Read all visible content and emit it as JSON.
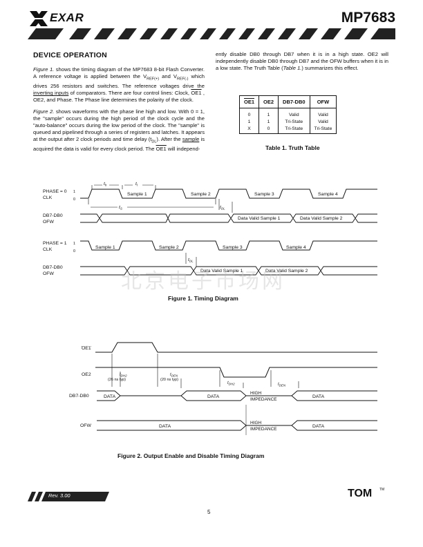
{
  "header": {
    "logo": "EXAR",
    "part_number": "MP7683"
  },
  "section_title": "DEVICE OPERATION",
  "col1": {
    "p1": {
      "fig_ref": "Figure 1.",
      "t1": " shows the timing diagram of the MP7683 8-bit Flash Converter.  A reference voltage is applied between the V",
      "sub1": "REF(+)",
      "t2": " and V",
      "sub2": "REF(-)",
      "t3": " which drives 256 resistors and switches.  The reference voltages drive the ",
      "ul": "inverting inputs",
      "t4": " of comparators.  There are four control lines:  Clock, ",
      "ov": "OE1",
      "t5": " , OE2, and Phase.  The Phase line determines the polarity of the clock."
    },
    "p2": {
      "fig_ref": "Figure 2.",
      "t1": " shows waveforms with the phase line high and low. With 0 = 1, the \"sample\" occurs during the high period of the clock cycle and the \"auto-balance\" occurs during the low period of the clock.  The \"sample\" is queued and pipelined through a series of registers and latches.  It appears at the output after 2 clock periods and time delay (t",
      "sub": "DL",
      "t2": ").  After the ",
      "ul": "sample",
      "t3": " is acquired the data is valid for every clock period.  The ",
      "ov": "OE1",
      "t4": " will independ-"
    }
  },
  "col2": {
    "t1": "ently disable DB0 through DB7 when it is in a high state. OE2 will independently disable DB0 through DB7 and the OFW buffers when it is in a low state. The Truth Table (",
    "ref": "Table 1.",
    "t2": ") summarizes this effect."
  },
  "truth_table": {
    "headers": [
      "OE1",
      "OE2",
      "DB7-DB0",
      "OFW"
    ],
    "rows": [
      [
        "0",
        "1",
        "Valid",
        "Valid"
      ],
      [
        "1",
        "1",
        "Tri-State",
        "Valid"
      ],
      [
        "X",
        "0",
        "Tri-State",
        "Tri-State"
      ]
    ],
    "caption": "Table 1.  Truth Table"
  },
  "figure1": {
    "caption": "Figure 1.  Timing Diagram",
    "phase0": {
      "label1": "PHASE = 0",
      "label2": "CLK",
      "hi": "1",
      "lo": "0",
      "samples": [
        "Sample 1",
        "Sample 2",
        "Sample 3",
        "Sample 4"
      ],
      "th": "t",
      "th_sub": "h",
      "tl": "t",
      "tl_sub": "l",
      "ts": "t",
      "ts_sub": "S",
      "tdl": "t",
      "tdl_sub": "DL",
      "out_label1": "DB7-DB0",
      "out_label2": "OFW",
      "valid": [
        "Data Valid Sample 1",
        "Data Valid Sample 2"
      ]
    },
    "phase1": {
      "label1": "PHASE = 1",
      "label2": "CLK",
      "hi": "1",
      "lo": "0",
      "samples": [
        "Sample 1",
        "Sample 2",
        "Sample 3",
        "Sample 4"
      ],
      "tdl": "t",
      "tdl_sub": "DL",
      "out_label1": "DB7-DB0",
      "out_label2": "OFW",
      "valid": [
        "Data Valid Sample 1",
        "Data Valid Sample 2"
      ]
    }
  },
  "figure2": {
    "caption": "Figure 2.  Output Enable and Disable Timing Diagram",
    "oe1": "OE1",
    "oe2": "OE2",
    "db": "DB7-DB0",
    "ofw": "OFW",
    "tdh2": "t",
    "tdh2_sub": "DH2",
    "tdh2_typ": "(26 ns typ)",
    "tden": "t",
    "tden_sub": "DEN",
    "tden_typ": "(20 ns typ)",
    "tdh2b": "t",
    "tdh2b_sub": "DH2",
    "tdenb": "t",
    "tdenb_sub": "DEN",
    "data": "DATA",
    "high": "HIGH",
    "imp": "IMPEDANCE"
  },
  "watermark": "北京电子市场网",
  "footer": {
    "rev": "Rev. 3.00",
    "page": "5",
    "brand": "TOM",
    "tm": "TM"
  },
  "colors": {
    "ink": "#111111",
    "watermark": "#c8c8c8"
  }
}
